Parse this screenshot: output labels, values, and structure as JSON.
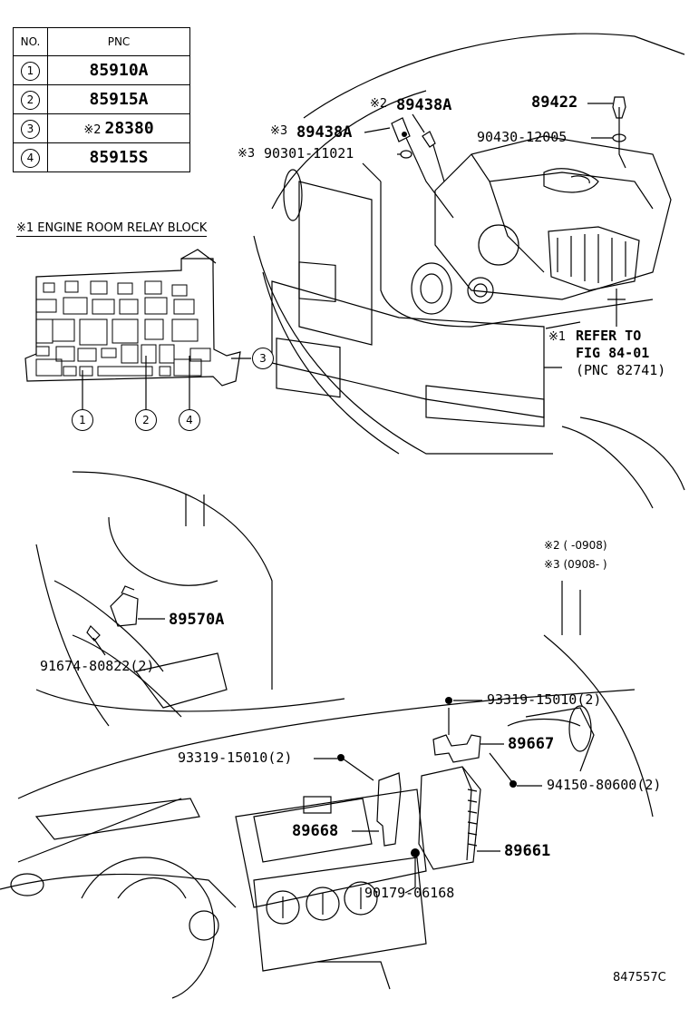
{
  "table": {
    "col_no": "NO.",
    "col_pnc": "PNC",
    "rows": [
      {
        "no": "1",
        "mark": "",
        "pnc": "85910A"
      },
      {
        "no": "2",
        "mark": "",
        "pnc": "85915A"
      },
      {
        "no": "3",
        "mark": "※2",
        "pnc": "28380"
      },
      {
        "no": "4",
        "mark": "",
        "pnc": "85915S"
      }
    ]
  },
  "relay_block": {
    "title": "※1 ENGINE ROOM RELAY BLOCK",
    "callouts": [
      "1",
      "2",
      "4",
      "3"
    ]
  },
  "labels": {
    "p89422": "89422",
    "p89438A_2_mark": "※2",
    "p89438A_2": "89438A",
    "p89438A_3_mark": "※3",
    "p89438A_3": "89438A",
    "p90430": "90430-12005",
    "p90301_mark": "※3",
    "p90301": "90301-11021",
    "refer_mark": "※1",
    "refer_line1": "REFER TO",
    "refer_line2": "FIG 84-01",
    "refer_line3": "(PNC 82741)",
    "p89570A": "89570A",
    "p91674": "91674-80822(2)",
    "p93319_top": "93319-15010(2)",
    "p89667": "89667",
    "p93319_left": "93319-15010(2)",
    "p94150": "94150-80600(2)",
    "p89668": "89668",
    "p89661": "89661",
    "p90179": "90179-06168"
  },
  "notes": {
    "n2": "※2 (      -0908)",
    "n3": "※3 (0908-      )"
  },
  "figure_code": "847557C"
}
